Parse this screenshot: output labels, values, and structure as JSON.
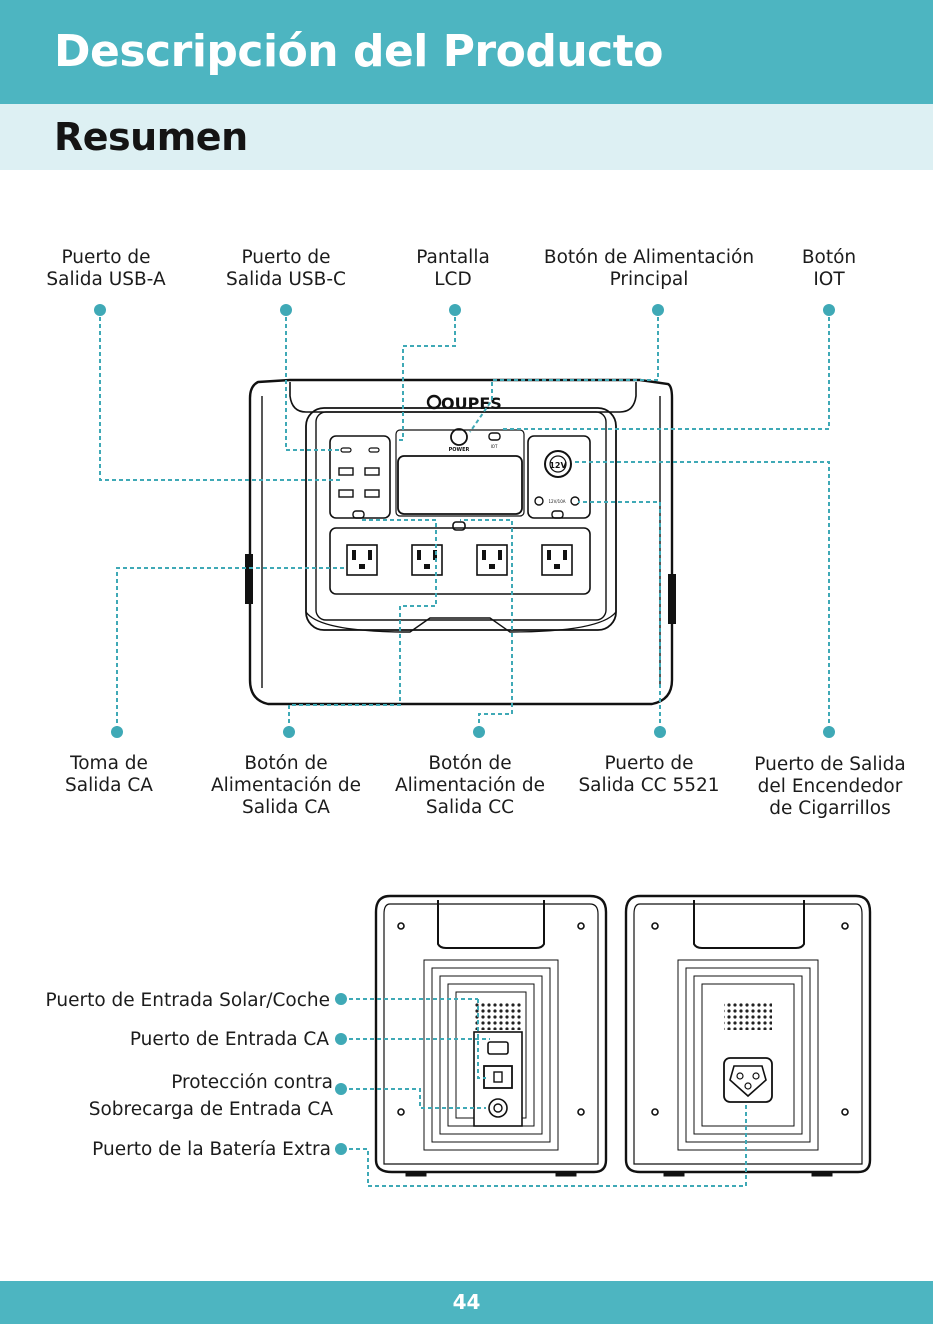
{
  "header": {
    "title": "Descripción del Producto"
  },
  "section": {
    "title": "Resumen"
  },
  "device": {
    "brand": "OUPES",
    "power_label": "POWER",
    "iot_label": "IOT",
    "dc_label": "12V/10A"
  },
  "front_labels": {
    "usb_a": [
      "Puerto de",
      "Salida USB-A"
    ],
    "usb_c": [
      "Puerto de",
      "Salida USB-C"
    ],
    "lcd": [
      "Pantalla",
      "LCD"
    ],
    "main_power": [
      "Botón de Alimentación",
      "Principal"
    ],
    "iot": [
      "Botón",
      "IOT"
    ],
    "ac_outlet": [
      "Toma de",
      "Salida CA"
    ],
    "ac_button": [
      "Botón de",
      "Alimentación de",
      "Salida CA"
    ],
    "dc_button": [
      "Botón de",
      "Alimentación de",
      "Salida CC"
    ],
    "dc5521": [
      "Puerto de",
      "Salida CC 5521"
    ],
    "cigarette": [
      "Puerto de Salida",
      "del Encendedor",
      "de Cigarrillos"
    ]
  },
  "back_labels": {
    "solar": "Puerto de Entrada Solar/Coche",
    "ac_input": "Puerto de Entrada CA",
    "overload": [
      "Protección contra",
      "Sobrecarga de Entrada CA"
    ],
    "battery": "Puerto de la Batería Extra"
  },
  "footer": {
    "page": "44"
  },
  "colors": {
    "accent": "#4db5c1",
    "light": "#ddf0f3",
    "leader": "#3fa9b6"
  }
}
